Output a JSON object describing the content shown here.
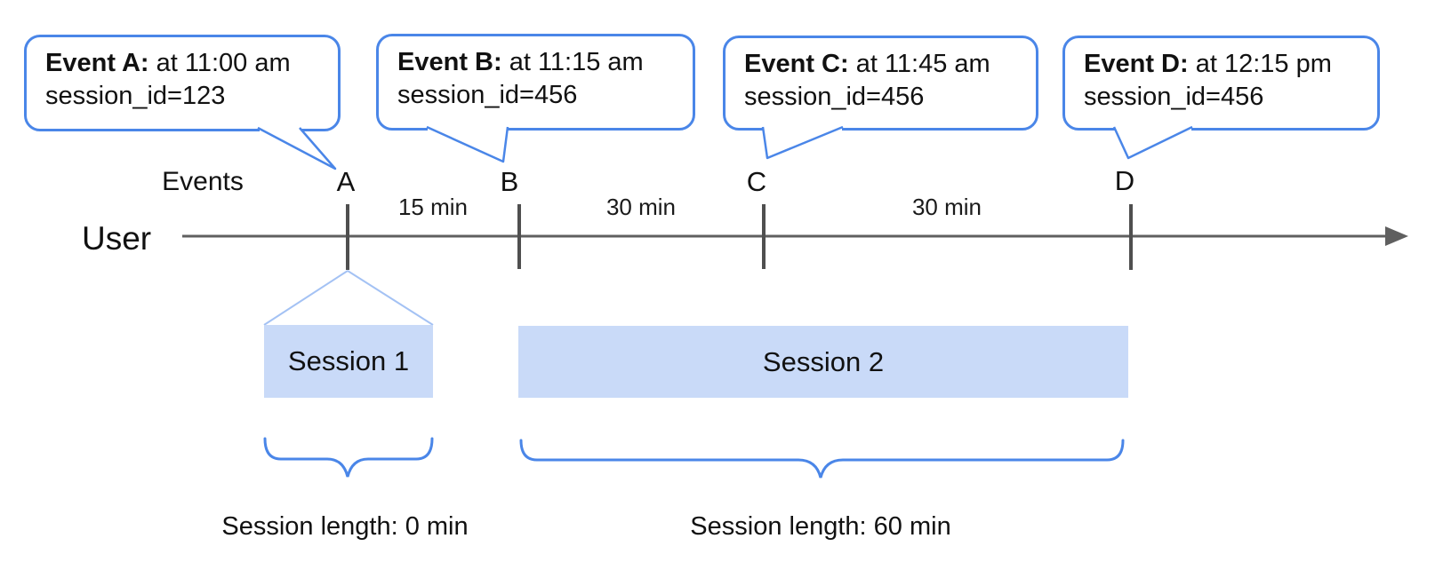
{
  "diagram": {
    "axis": {
      "events_label": "Events",
      "user_label": "User"
    },
    "bubbles": [
      {
        "title": "Event A:",
        "time": " at 11:00 am",
        "session": "session_id=123"
      },
      {
        "title": "Event B:",
        "time": " at 11:15 am",
        "session": "session_id=456"
      },
      {
        "title": "Event C:",
        "time": " at 11:45 am",
        "session": "session_id=456"
      },
      {
        "title": "Event D:",
        "time": " at 12:15 pm",
        "session": "session_id=456"
      }
    ],
    "markers": {
      "a": "A",
      "b": "B",
      "c": "C",
      "d": "D"
    },
    "intervals": {
      "ab": "15 min",
      "bc": "30 min",
      "cd": "30 min"
    },
    "sessions": {
      "s1": {
        "label": "Session 1",
        "length": "Session length: 0 min"
      },
      "s2": {
        "label": "Session 2",
        "length": "Session length: 60 min"
      }
    },
    "colors": {
      "accent_blue": "#4a86e8",
      "session_fill": "#c9daf8",
      "funnel_blue": "#a4c2f4",
      "axis_gray": "#5f5f5f",
      "tick_gray": "#4f4f4f"
    }
  }
}
